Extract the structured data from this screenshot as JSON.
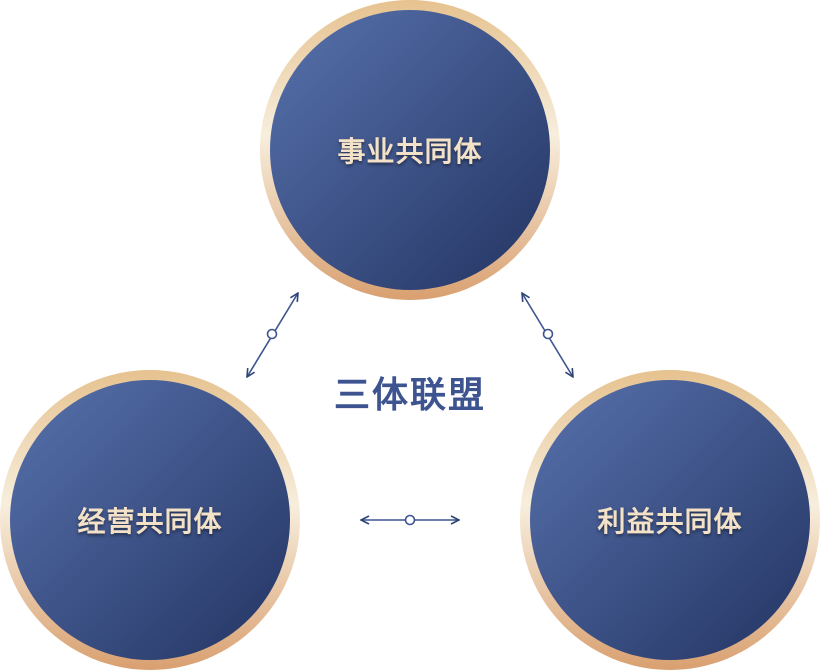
{
  "title": "三体联盟",
  "nodes": [
    {
      "label": "事业共同体"
    },
    {
      "label": "经营共同体"
    },
    {
      "label": "利益共同体"
    }
  ],
  "colors": {
    "ring_light": "#f5ead7",
    "ring_dark": "#d9a472",
    "fill_light": "#546ea8",
    "fill_dark": "#263866",
    "text": "#f3e2c8",
    "title": "#3d5490"
  }
}
